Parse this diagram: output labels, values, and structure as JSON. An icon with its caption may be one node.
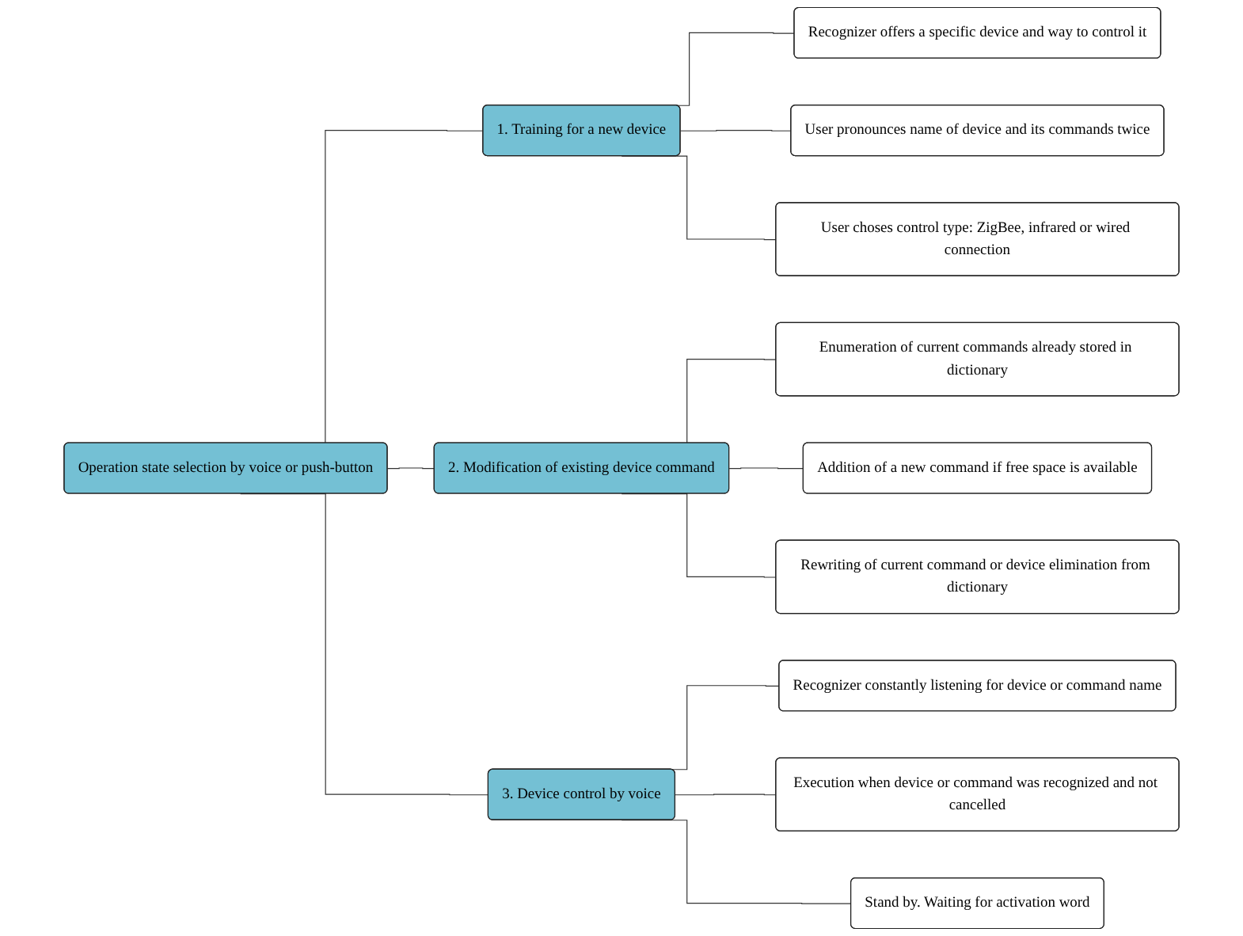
{
  "diagram": {
    "nodes": [
      {
        "text": [
          "Operation state selection by voice or push-button"
        ]
      },
      {
        "text": [
          "1. Training for a new device"
        ]
      },
      {
        "text": [
          "Recognizer offers a specific device and way to control it"
        ]
      },
      {
        "text": [
          "User pronounces name of device and its commands twice"
        ]
      },
      {
        "text": [
          "User choses control type: ZigBee, infrared or wired connection"
        ]
      },
      {
        "text": [
          "2. Modification of existing device command"
        ]
      },
      {
        "text": [
          "Enumeration of current commands already stored in dictionary"
        ]
      },
      {
        "text": [
          "Addition of a new command if free space is available"
        ]
      },
      {
        "text": [
          "Rewriting of current command or device elimination from dictionary"
        ]
      },
      {
        "text": [
          "3. Device control by voice"
        ]
      },
      {
        "text": [
          "Recognizer constantly listening for device or command name"
        ]
      },
      {
        "text": [
          "Execution when device or command was recognized and not cancelled"
        ]
      },
      {
        "text": [
          "Stand by. Waiting for activation word"
        ]
      }
    ],
    "edges": [
      {
        "from": 0,
        "to": 1,
        "arrow": "none"
      },
      {
        "from": 1,
        "to": 2,
        "arrow": "none"
      },
      {
        "from": 1,
        "to": 3,
        "arrow": "none"
      },
      {
        "from": 1,
        "to": 4,
        "arrow": "none"
      },
      {
        "from": 0,
        "to": 5,
        "arrow": "none"
      },
      {
        "from": 5,
        "to": 6,
        "arrow": "none"
      },
      {
        "from": 5,
        "to": 7,
        "arrow": "none"
      },
      {
        "from": 5,
        "to": 8,
        "arrow": "none"
      },
      {
        "from": 0,
        "to": 9,
        "arrow": "none"
      },
      {
        "from": 9,
        "to": 10,
        "arrow": "none"
      },
      {
        "from": 9,
        "to": 11,
        "arrow": "none"
      },
      {
        "from": 9,
        "to": 12,
        "arrow": "none"
      }
    ]
  }
}
